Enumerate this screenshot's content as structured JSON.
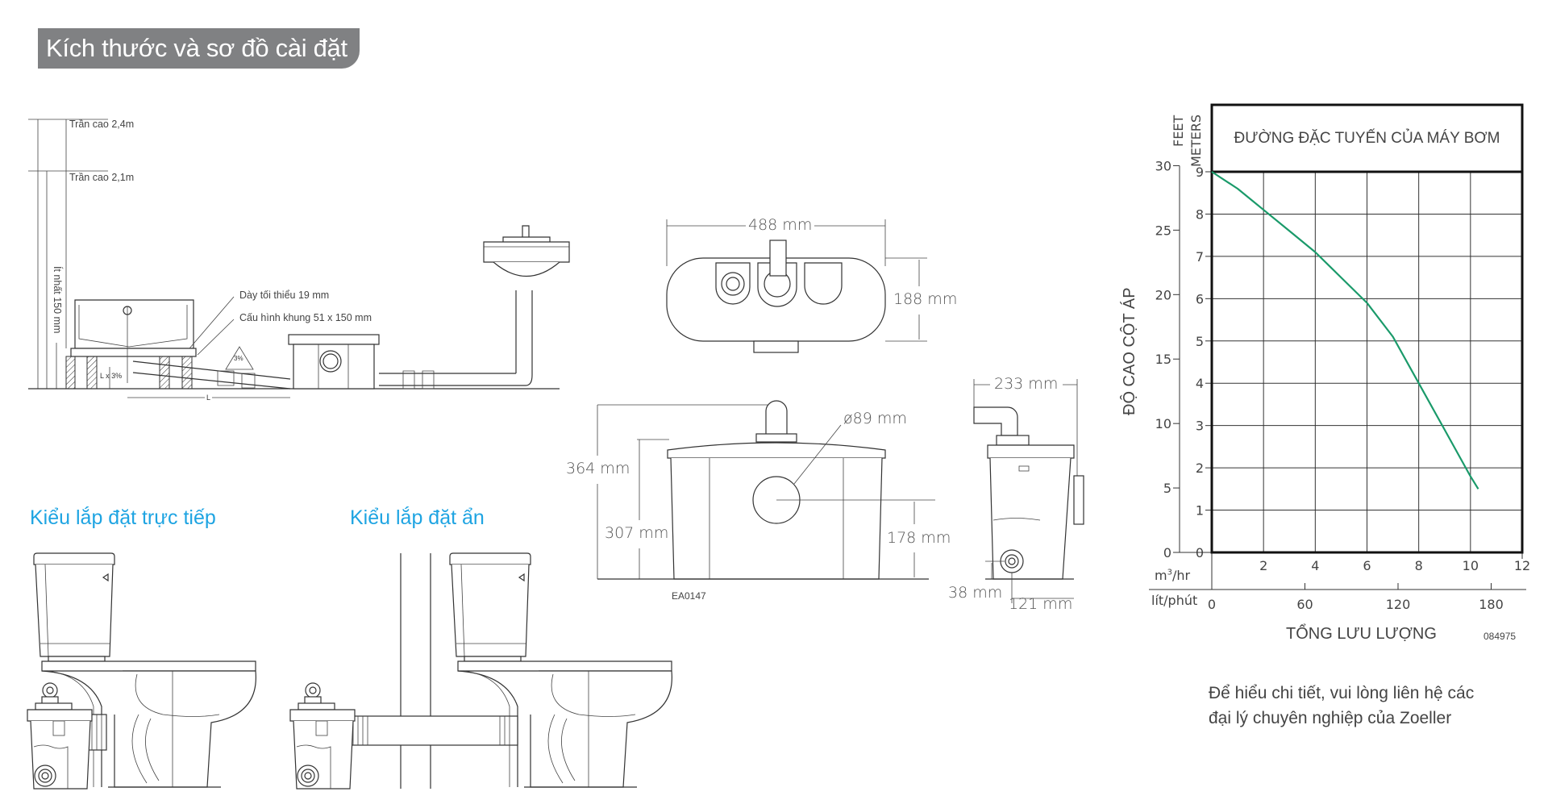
{
  "header": {
    "title": "Kích thước và sơ đồ cài đặt"
  },
  "install_diagram": {
    "ceiling_24": "Trần cao 2,4m",
    "ceiling_21": "Trần cao 2,1m",
    "min_150": "Ít nhất 150 mm",
    "min_thickness": "Dày tối thiểu 19 mm",
    "frame_config": "Cấu hình khung 51 x 150 mm",
    "slope_badge": "3%",
    "slope_label": "L x 3%",
    "length_label": "L"
  },
  "dimensions": {
    "width_top": "488 mm",
    "depth_top": "188 mm",
    "height_total": "364 mm",
    "height_body": "307 mm",
    "inlet_diameter": "ø89 mm",
    "inlet_height": "178 mm",
    "model_code": "EA0147",
    "side_depth": "233 mm",
    "side_inlet_height": "38 mm",
    "side_inlet_offset": "121 mm"
  },
  "install_types": {
    "direct": "Kiểu lắp đặt trực tiếp",
    "hidden": "Kiểu lắp đặt ẩn"
  },
  "chart_data": {
    "type": "line",
    "title": "ĐƯỜNG ĐẶC TUYẾN CỦA MÁY BƠM",
    "xlabel": "TỔNG LƯU LƯỢNG",
    "ylabel": "ĐỘ CAO CỘT ÁP",
    "x_unit": "m³/hr",
    "x_unit_base": "m",
    "x_unit_sup": "3",
    "x_unit_tail": "/hr",
    "x2_unit": "lít/phút",
    "y_unit": "METERS",
    "y2_unit": "FEET",
    "xlim": [
      0,
      12
    ],
    "ylim": [
      0,
      9
    ],
    "x_ticks": [
      2,
      4,
      6,
      8,
      10,
      12
    ],
    "y_ticks": [
      0,
      1,
      2,
      3,
      4,
      5,
      6,
      7,
      8,
      9
    ],
    "x2_ticks": [
      0,
      60,
      120,
      180
    ],
    "y2_ticks": [
      0,
      5,
      10,
      15,
      20,
      25,
      30
    ],
    "grid": true,
    "series": [
      {
        "name": "pump-curve",
        "color": "#1a9a6a",
        "x": [
          0,
          1,
          2,
          3,
          4,
          5,
          6,
          7,
          8,
          9,
          10,
          10.3
        ],
        "y": [
          9.0,
          8.6,
          8.1,
          7.6,
          7.1,
          6.5,
          5.9,
          5.1,
          4.0,
          2.9,
          1.8,
          1.5
        ]
      }
    ],
    "code": "084975"
  },
  "note": {
    "line1": "Để hiểu chi tiết, vui lòng liên hệ các",
    "line2": "đại lý chuyên nghiệp của Zoeller"
  }
}
